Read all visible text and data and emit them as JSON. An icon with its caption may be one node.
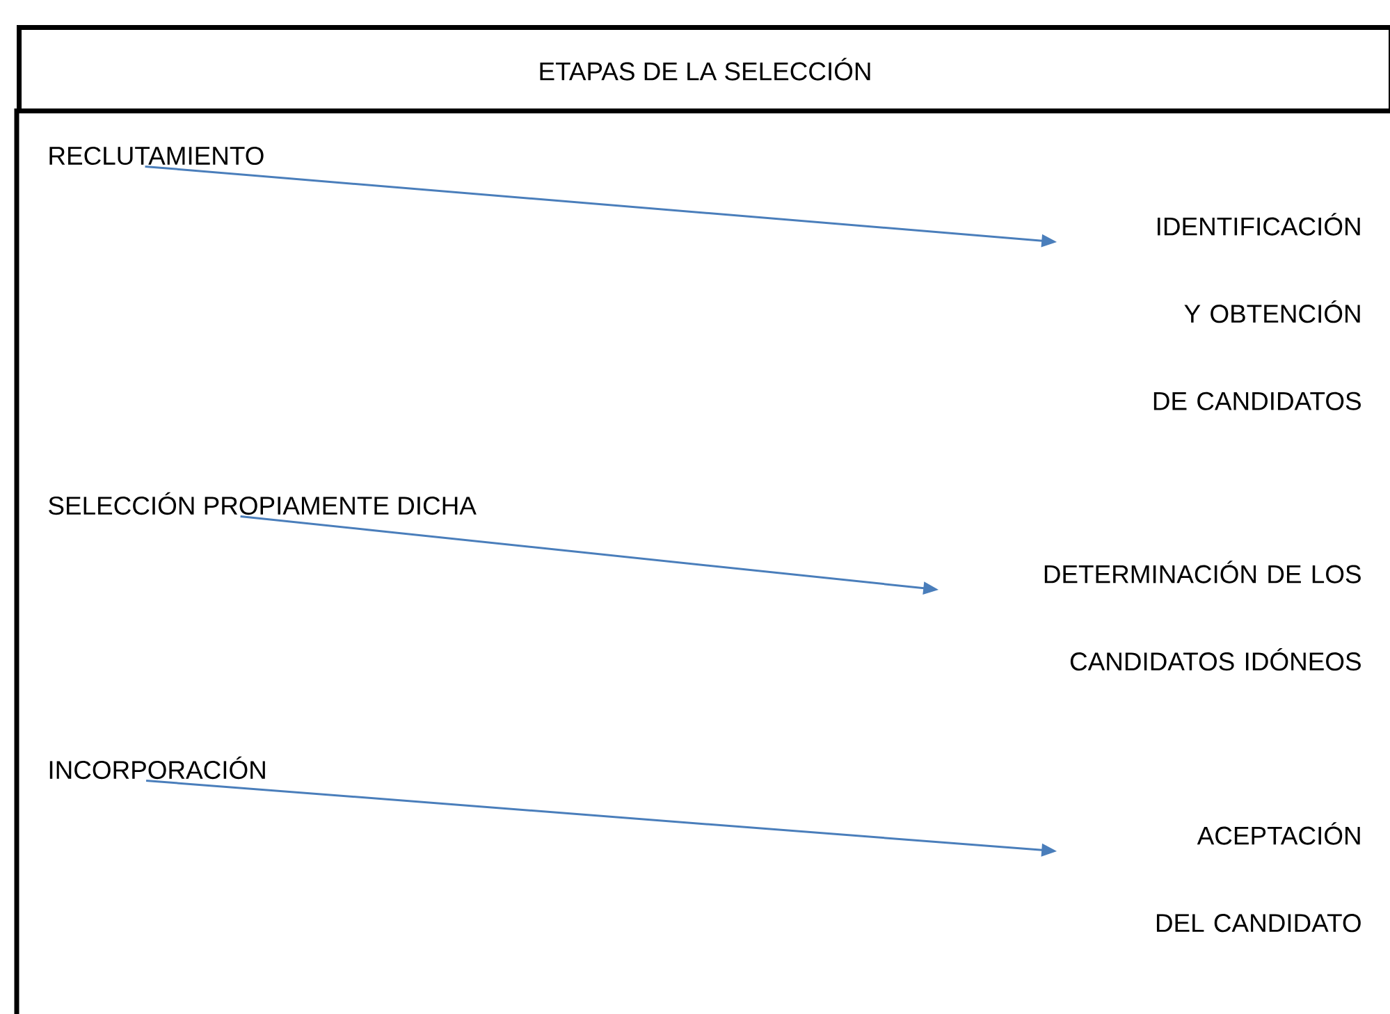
{
  "diagram": {
    "nodes": [
      {
        "text": [
          "ETAPAS DE LA SELECCIÓN"
        ]
      },
      {
        "text": [
          "RECLUTAMIENTO"
        ]
      },
      {
        "text": [
          "IDENTIFICACIÓN Y OBTENCIÓN DE CANDIDATOS"
        ]
      },
      {
        "text": [
          "SELECCIÓN PROPIAMENTE DICHA"
        ]
      },
      {
        "text": [
          "DETERMINACIÓN DE LOS CANDIDATOS IDÓNEOS"
        ]
      },
      {
        "text": [
          "INCORPORACIÓN"
        ]
      },
      {
        "text": [
          "ACEPTACIÓN DEL CANDIDATO"
        ]
      }
    ],
    "edges": [
      {
        "from": 1,
        "to": 2,
        "arrow": "to"
      },
      {
        "from": 3,
        "to": 4,
        "arrow": "to"
      },
      {
        "from": 5,
        "to": 6,
        "arrow": "to"
      }
    ]
  }
}
